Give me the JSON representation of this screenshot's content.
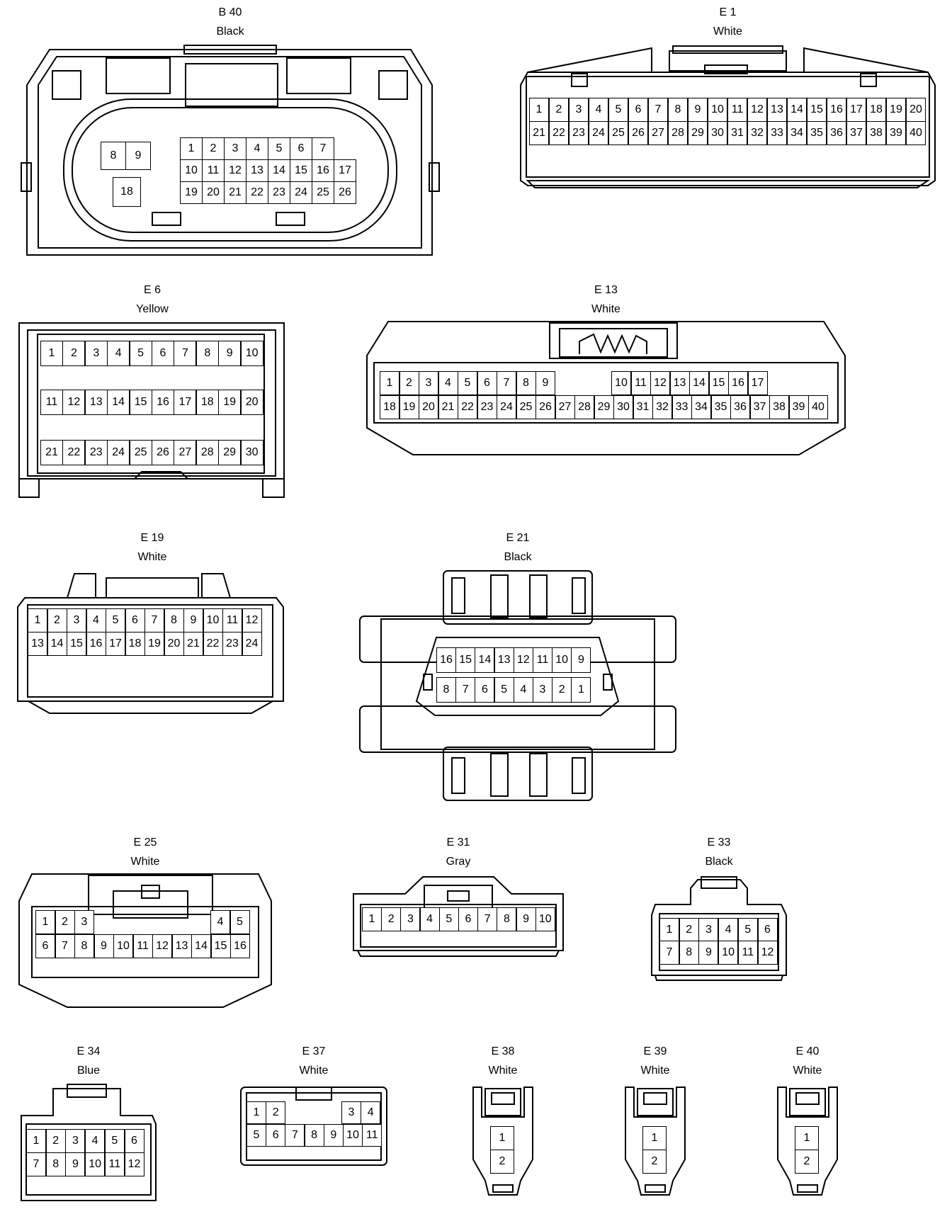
{
  "connectors": [
    {
      "id": "b40",
      "code": "B 40",
      "color": "Black",
      "pins": [
        [
          "1",
          "2",
          "3",
          "4",
          "5",
          "6",
          "7"
        ],
        [
          "10",
          "11",
          "12",
          "13",
          "14",
          "15",
          "16",
          "17"
        ],
        [
          "19",
          "20",
          "21",
          "22",
          "23",
          "24",
          "25",
          "26"
        ],
        [
          "8",
          "9"
        ],
        [
          "18"
        ]
      ]
    },
    {
      "id": "e1",
      "code": "E 1",
      "color": "White",
      "pins": [
        [
          "1",
          "2",
          "3",
          "4",
          "5",
          "6",
          "7",
          "8",
          "9",
          "10",
          "11",
          "12",
          "13",
          "14",
          "15",
          "16",
          "17",
          "18",
          "19",
          "20"
        ],
        [
          "21",
          "22",
          "23",
          "24",
          "25",
          "26",
          "27",
          "28",
          "29",
          "30",
          "31",
          "32",
          "33",
          "34",
          "35",
          "36",
          "37",
          "38",
          "39",
          "40"
        ]
      ]
    },
    {
      "id": "e6",
      "code": "E 6",
      "color": "Yellow",
      "pins": [
        [
          "1",
          "2",
          "3",
          "4",
          "5",
          "6",
          "7",
          "8",
          "9",
          "10"
        ],
        [
          "11",
          "12",
          "13",
          "14",
          "15",
          "16",
          "17",
          "18",
          "19",
          "20"
        ],
        [
          "21",
          "22",
          "23",
          "24",
          "25",
          "26",
          "27",
          "28",
          "29",
          "30"
        ]
      ]
    },
    {
      "id": "e13",
      "code": "E 13",
      "color": "White",
      "pins": [
        [
          "1",
          "2",
          "3",
          "4",
          "5",
          "6",
          "7",
          "8",
          "9"
        ],
        [
          "10",
          "11",
          "12",
          "13",
          "14",
          "15",
          "16",
          "17"
        ],
        [
          "18",
          "19",
          "20",
          "21",
          "22",
          "23",
          "24",
          "25",
          "26",
          "27",
          "28",
          "29",
          "30",
          "31",
          "32",
          "33",
          "34",
          "35",
          "36",
          "37",
          "38",
          "39",
          "40"
        ]
      ]
    },
    {
      "id": "e19",
      "code": "E 19",
      "color": "White",
      "pins": [
        [
          "1",
          "2",
          "3",
          "4",
          "5",
          "6",
          "7",
          "8",
          "9",
          "10",
          "11",
          "12"
        ],
        [
          "13",
          "14",
          "15",
          "16",
          "17",
          "18",
          "19",
          "20",
          "21",
          "22",
          "23",
          "24"
        ]
      ]
    },
    {
      "id": "e21",
      "code": "E 21",
      "color": "Black",
      "pins": [
        [
          "16",
          "15",
          "14",
          "13",
          "12",
          "11",
          "10",
          "9"
        ],
        [
          "8",
          "7",
          "6",
          "5",
          "4",
          "3",
          "2",
          "1"
        ]
      ]
    },
    {
      "id": "e25",
      "code": "E 25",
      "color": "White",
      "pins": [
        [
          "1",
          "2",
          "3"
        ],
        [
          "4",
          "5"
        ],
        [
          "6",
          "7",
          "8",
          "9",
          "10",
          "11",
          "12",
          "13",
          "14",
          "15",
          "16"
        ]
      ]
    },
    {
      "id": "e31",
      "code": "E 31",
      "color": "Gray",
      "pins": [
        [
          "1",
          "2",
          "3",
          "4",
          "5",
          "6",
          "7",
          "8",
          "9",
          "10"
        ]
      ]
    },
    {
      "id": "e33",
      "code": "E 33",
      "color": "Black",
      "pins": [
        [
          "1",
          "2",
          "3",
          "4",
          "5",
          "6"
        ],
        [
          "7",
          "8",
          "9",
          "10",
          "11",
          "12"
        ]
      ]
    },
    {
      "id": "e34",
      "code": "E 34",
      "color": "Blue",
      "pins": [
        [
          "1",
          "2",
          "3",
          "4",
          "5",
          "6"
        ],
        [
          "7",
          "8",
          "9",
          "10",
          "11",
          "12"
        ]
      ]
    },
    {
      "id": "e37",
      "code": "E 37",
      "color": "White",
      "pins": [
        [
          "1",
          "2"
        ],
        [
          "3",
          "4"
        ],
        [
          "5",
          "6",
          "7",
          "8",
          "9",
          "10",
          "11"
        ]
      ]
    },
    {
      "id": "e38",
      "code": "E 38",
      "color": "White",
      "pins": [
        [
          "1"
        ],
        [
          "2"
        ]
      ]
    },
    {
      "id": "e39",
      "code": "E 39",
      "color": "White",
      "pins": [
        [
          "1"
        ],
        [
          "2"
        ]
      ]
    },
    {
      "id": "e40",
      "code": "E 40",
      "color": "White",
      "pins": [
        [
          "1"
        ],
        [
          "2"
        ]
      ]
    }
  ]
}
